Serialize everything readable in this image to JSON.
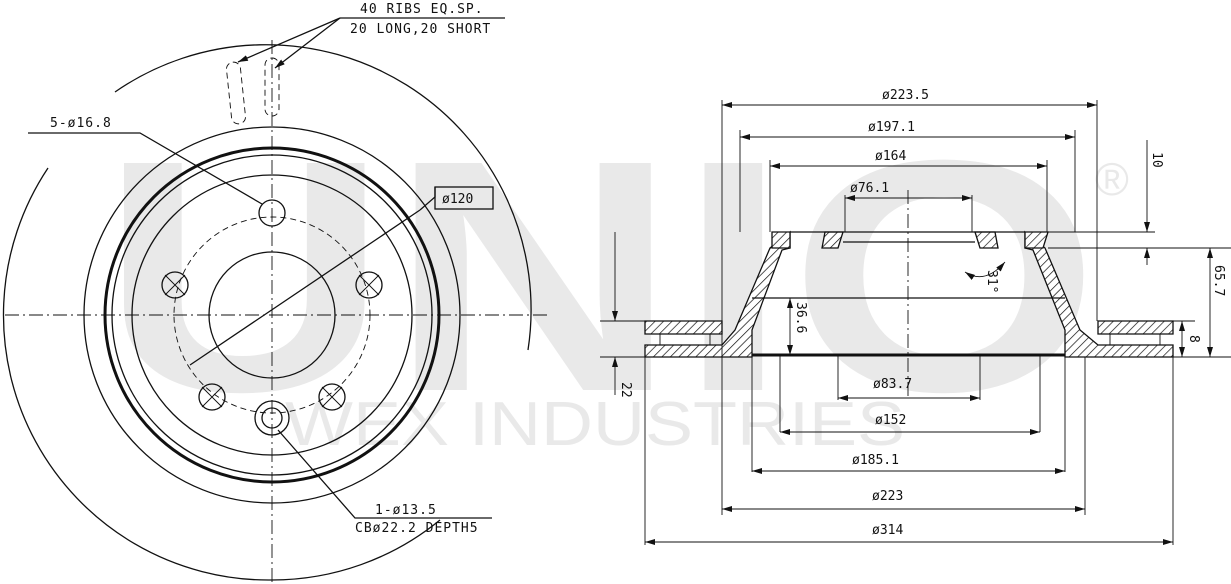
{
  "watermark": {
    "logo": "UNIO",
    "registered": "®",
    "subtitle": "WEX INDUSTRIES"
  },
  "front_view": {
    "ribs_note_line1": "40 RIBS EQ.SP.",
    "ribs_note_line2": "20 LONG,20 SHORT",
    "bolt_holes_label": "5-ø16.8",
    "pcd_label": "ø120",
    "locator_hole_line1": "1-ø13.5",
    "locator_hole_line2": "CBø22.2 DEPTH5"
  },
  "section_view": {
    "top_dimensions": [
      "ø223.5",
      "ø197.1",
      "ø164",
      "ø76.1"
    ],
    "bottom_dimensions": [
      "ø83.7",
      "ø152",
      "ø185.1",
      "ø223",
      "ø314"
    ],
    "vertical_dimensions": {
      "hat_step": "10",
      "total_height": "65.7",
      "thickness": "8",
      "inner_depth": "36.6",
      "disc_thickness": "22"
    },
    "angle": "31°"
  }
}
